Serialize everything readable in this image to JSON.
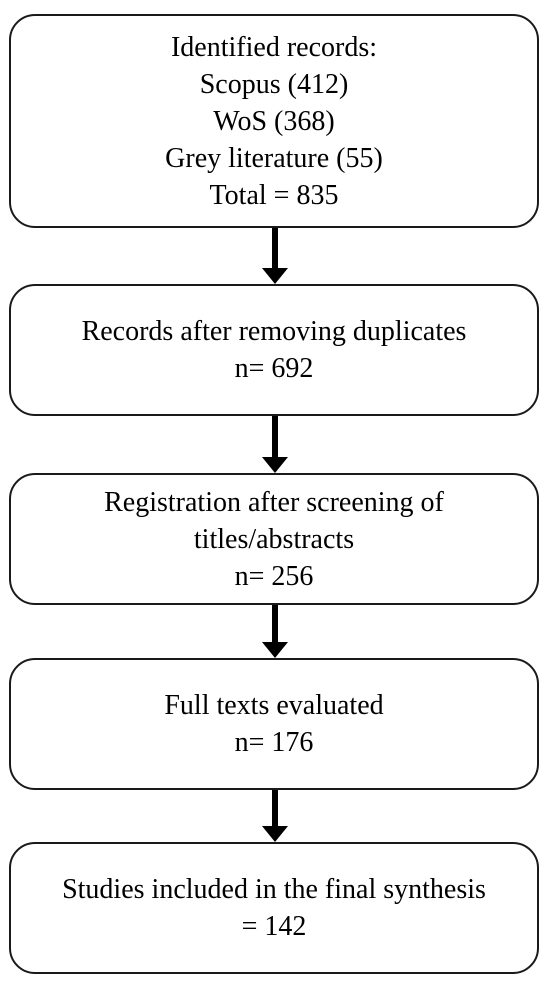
{
  "flowchart": {
    "steps": [
      {
        "lines": [
          "Identified records:",
          "Scopus (412)",
          "WoS (368)",
          "Grey literature (55)",
          "Total = 835"
        ]
      },
      {
        "lines": [
          "Records after removing duplicates",
          "n= 692"
        ]
      },
      {
        "lines": [
          "Registration after screening of",
          "titles/abstracts",
          "n= 256"
        ]
      },
      {
        "lines": [
          "Full texts evaluated",
          "n= 176"
        ]
      },
      {
        "lines": [
          "Studies included in the final synthesis",
          "= 142"
        ]
      }
    ]
  }
}
